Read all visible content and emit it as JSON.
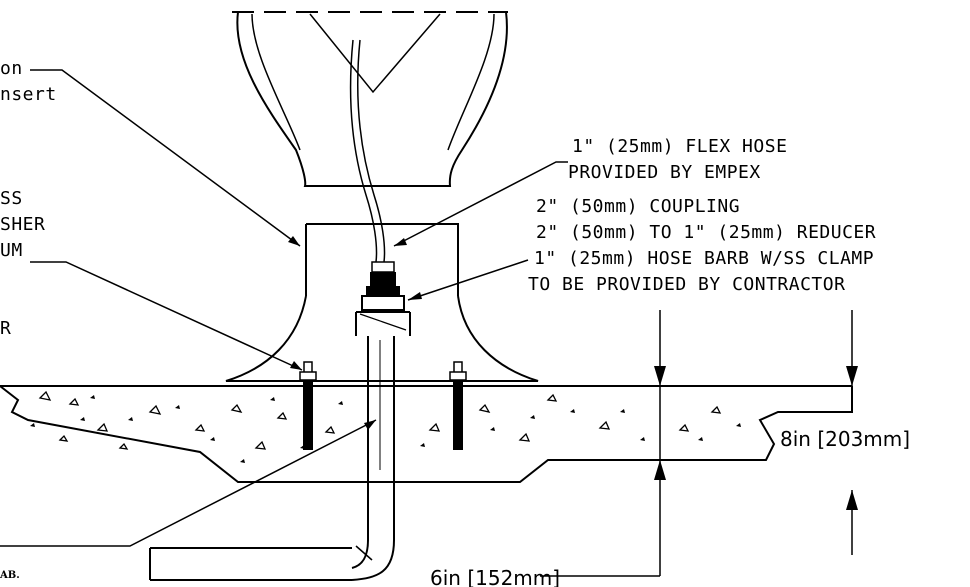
{
  "labels": {
    "left_1": "on",
    "left_2": "nsert",
    "left_3": "SS",
    "left_4": "SHER",
    "left_5": "UM",
    "left_6": "R",
    "left_bottom": "AB.",
    "flex_hose_1": "1\" (25mm) FLEX HOSE",
    "flex_hose_2": "PROVIDED BY EMPEX",
    "coupling_1": "2\" (50mm) COUPLING",
    "coupling_2": "2\" (50mm) TO 1\" (25mm) REDUCER",
    "coupling_3": "1\" (25mm) HOSE BARB W/SS CLAMP",
    "coupling_4": "TO BE PROVIDED BY CONTRACTOR"
  },
  "dimensions": {
    "slab_thickness": "8in [203mm]",
    "depth": "6in [152mm]"
  }
}
